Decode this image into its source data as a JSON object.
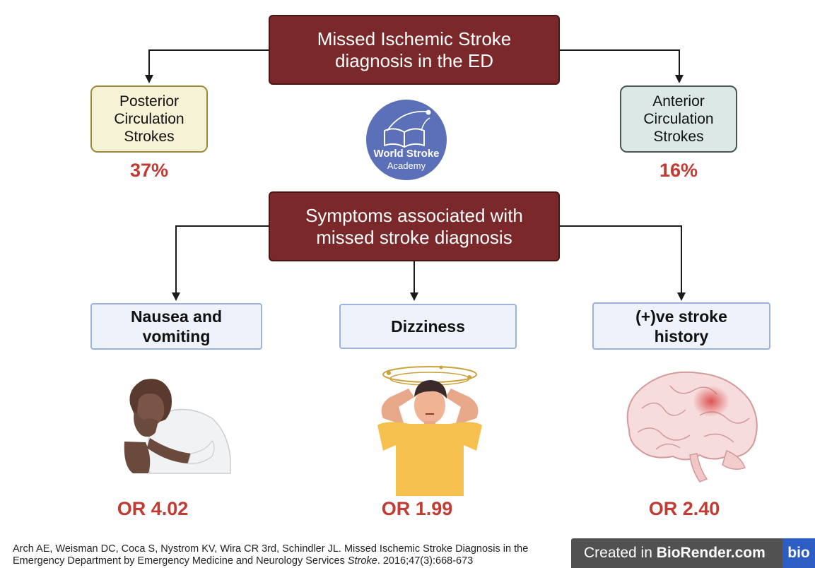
{
  "top_box": {
    "line1": "Missed Ischemic Stroke",
    "line2": "diagnosis in the ED"
  },
  "left_box": {
    "line1": "Posterior",
    "line2": "Circulation",
    "line3": "Strokes",
    "percent": "37%"
  },
  "right_box": {
    "line1": "Anterior",
    "line2": "Circulation",
    "line3": "Strokes",
    "percent": "16%"
  },
  "logo": {
    "line1": "World Stroke",
    "line2": "Academy"
  },
  "middle_box": {
    "line1": "Symptoms associated with",
    "line2": "missed stroke diagnosis"
  },
  "symptoms": [
    {
      "line1": "Nausea and",
      "line2": "vomiting",
      "or_value": "OR 4.02"
    },
    {
      "line1": "Dizziness",
      "or_value": "OR 1.99"
    },
    {
      "line1": "(+)ve stroke",
      "line2": "history",
      "or_value": "OR 2.40"
    }
  ],
  "citation": {
    "text": "Arch AE, Weisman DC, Coca S, Nystrom KV, Wira CR 3rd, Schindler JL. Missed Ischemic Stroke Diagnosis in the Emergency Department by Emergency Medicine and Neurology Services",
    "journal": "Stroke",
    "details": ". 2016;47(3):668-673"
  },
  "badge": {
    "prefix": "Created in ",
    "brand": "BioRender.com",
    "logo": "bio"
  },
  "colors": {
    "dark_red": "#7a2829",
    "accent_red": "#c23b33",
    "yellow_fill": "#f6f2d5",
    "green_fill": "#dbe8e5",
    "blue_fill": "#eef2fb",
    "logo_blue": "#5b70b8"
  },
  "icons": [
    "nausea-person-icon",
    "dizzy-person-icon",
    "brain-icon",
    "book-logo-icon"
  ]
}
